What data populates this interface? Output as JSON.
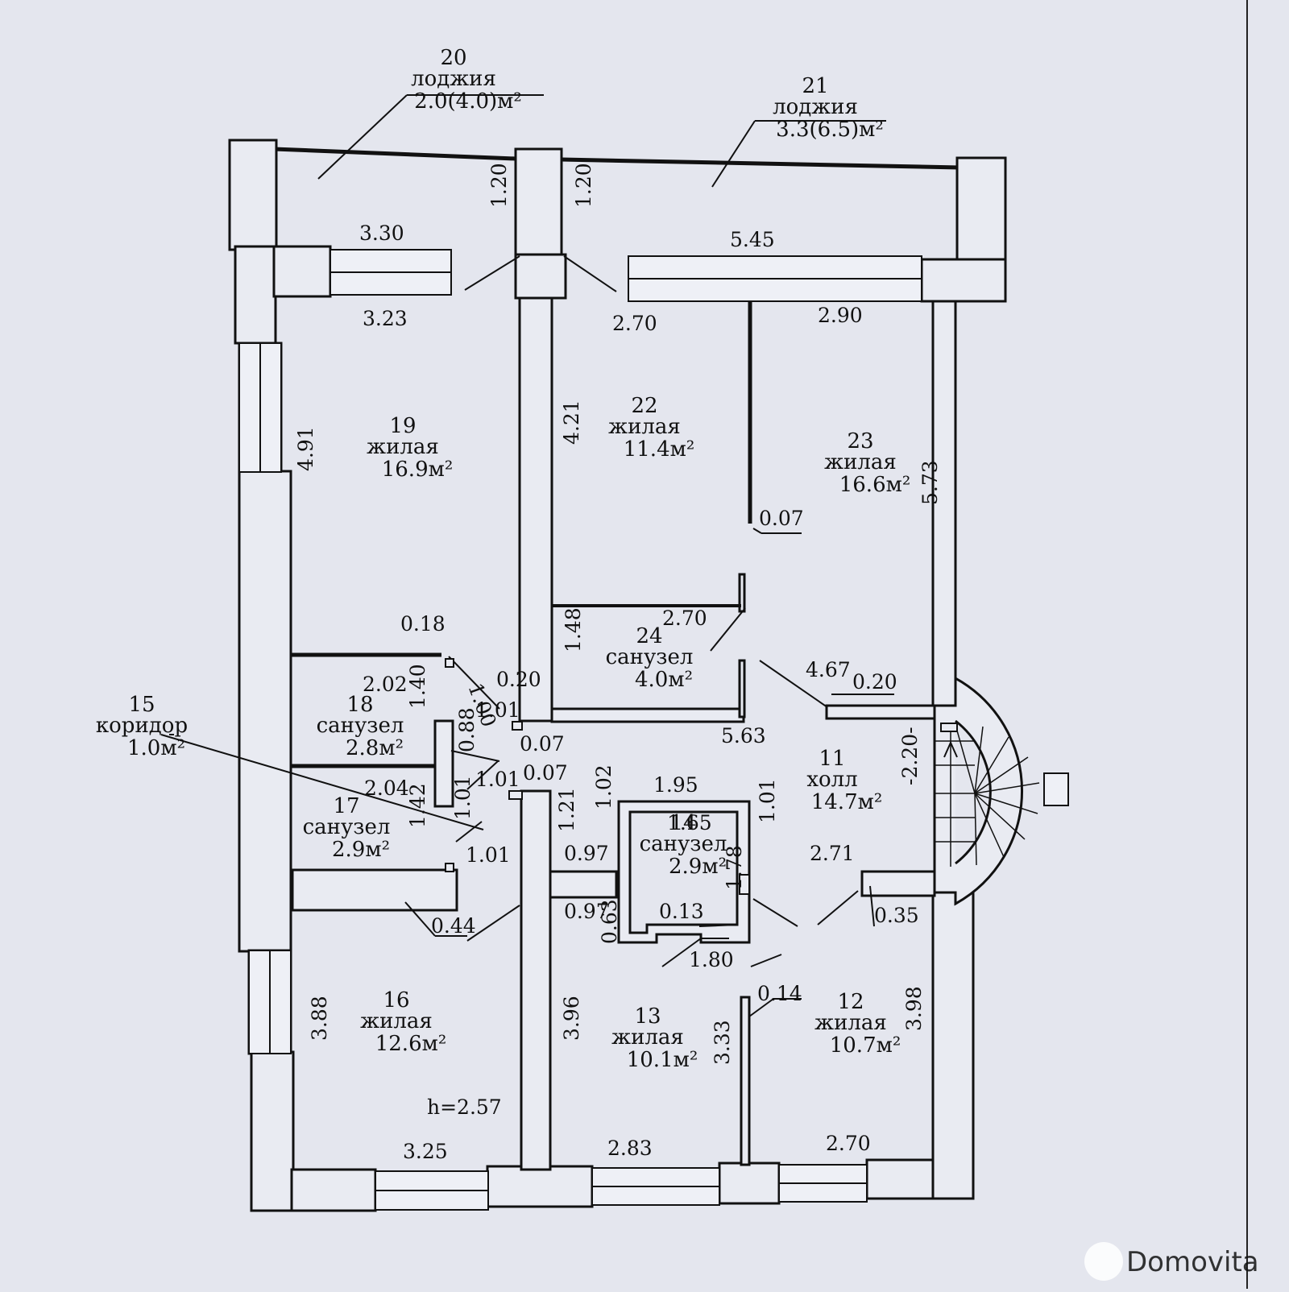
{
  "rooms": [
    {
      "id": "19",
      "name": "жилая",
      "area": "16.9м²"
    },
    {
      "id": "22",
      "name": "жилая",
      "area": "11.4м²"
    },
    {
      "id": "23",
      "name": "жилая",
      "area": "16.6м²"
    },
    {
      "id": "24",
      "name": "санузел",
      "area": "4.0м²"
    },
    {
      "id": "18",
      "name": "санузел",
      "area": "2.8м²"
    },
    {
      "id": "17",
      "name": "санузел",
      "area": "2.9м²"
    },
    {
      "id": "15",
      "name": "коридор",
      "area": "1.0м²"
    },
    {
      "id": "11",
      "name": "холл",
      "area": "14.7м²"
    },
    {
      "id": "14",
      "name": "санузел",
      "area": "2.9м²"
    },
    {
      "id": "16",
      "name": "жилая",
      "area": "12.6м²"
    },
    {
      "id": "13",
      "name": "жилая",
      "area": "10.1м²"
    },
    {
      "id": "12",
      "name": "жилая",
      "area": "10.7м²"
    },
    {
      "id": "20",
      "name": "лоджия",
      "area": "2.0(4.0)м²"
    },
    {
      "id": "21",
      "name": "лоджия",
      "area": "3.3(6.5)м²"
    }
  ],
  "dimensions": [
    "3.30",
    "1.20",
    "1.20",
    "5.45",
    "3.23",
    "2.70",
    "2.90",
    "4.91",
    "4.21",
    "5.73",
    "0.07",
    "2.70",
    "1.48",
    "0.18",
    "2.02",
    "1.00",
    "0.20",
    "1.40",
    "1.01",
    "4.67",
    "0.20",
    "0.07",
    "5.63",
    "0.88",
    "1.01",
    "0.07",
    "2.04",
    "1.42",
    "1.01",
    "1.01",
    "1.95",
    "1.02",
    "1.21",
    "1.65",
    "1.01",
    "-2.20-",
    "0.97",
    "2.71",
    "1.78",
    "0.97",
    "0.13",
    "0.35",
    "0.44",
    "0.63",
    "1.80",
    "0.14",
    "3.88",
    "3.96",
    "3.33",
    "3.98",
    "3.25",
    "2.83",
    "2.70"
  ],
  "ceiling_height": "h=2.57",
  "watermark": "Domovita"
}
